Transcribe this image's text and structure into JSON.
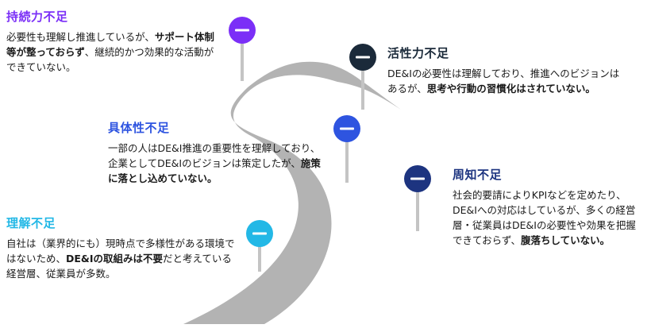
{
  "colors": {
    "road": "#b3b3b3",
    "pole": "#c4c4c4",
    "sustain": "#7b2ff7",
    "activ": "#1b2a3a",
    "concrete": "#2e54e0",
    "aware": "#1d3480",
    "understand": "#23b8e6"
  },
  "marker_icon": "minus-sign",
  "stages": {
    "sustain": {
      "title": "持続力不足",
      "b1": "必要性も理解し推進しているが、",
      "b2": "サポート体制等が整っておらず",
      "b3": "、継続的かつ効果的な活動ができていない。"
    },
    "activ": {
      "title": "活性力不足",
      "b1": "DE&Iの必要性は理解しており、推進へのビジョンはあるが、",
      "b2": "思考や行動の習慣化はされていない。"
    },
    "concrete": {
      "title": "具体性不足",
      "b1": "一部の人はDE&I推進の重要性を理解しており、企業としてDE&Iのビジョンは策定したが、",
      "b2": "施策に落とし込めていない。"
    },
    "aware": {
      "title": "周知不足",
      "b1": "社会的要請によりKPIなどを定めたり、DE&Iへの対応はしているが、多くの経営層・従業員はDE&Iの必要性や効果を把握できておらず、",
      "b2": "腹落ちしていない。"
    },
    "understand": {
      "title": "理解不足",
      "b1": "自社は（業界的にも）現時点で多様性がある環境ではないため、",
      "b2": "DE&Iの取組みは不要",
      "b3": "だと考えている経営層、従業員が多数。"
    }
  }
}
